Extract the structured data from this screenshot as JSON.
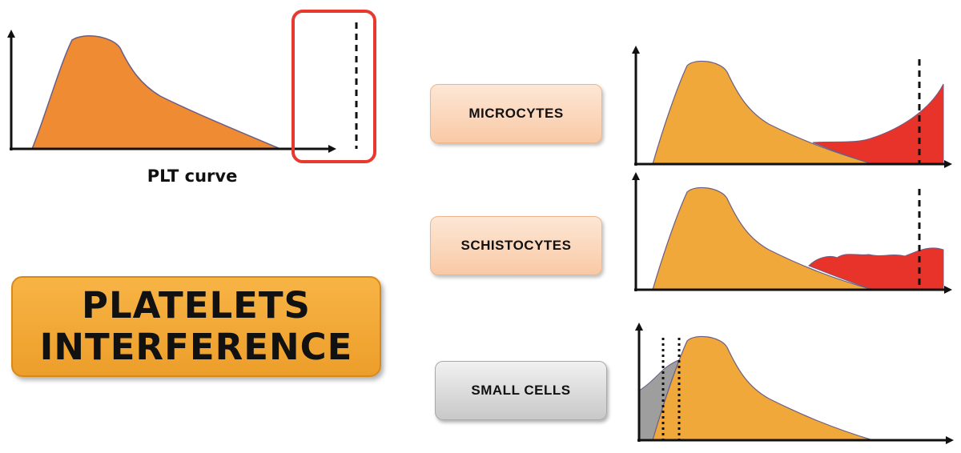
{
  "plt_curve": {
    "caption": "PLT curve"
  },
  "interferences": [
    {
      "label": "MICROCYTES"
    },
    {
      "label": "SCHISTOCYTES"
    },
    {
      "label": "SMALL CELLS"
    }
  ],
  "title": {
    "line1": "PLATELETS",
    "line2": "INTERFERENCE"
  },
  "colors": {
    "plt_curve_fill": "#ef8c33",
    "platelet_fill": "#f0a83a",
    "interference_fill": "#e8332a",
    "small_cells_fill": "#9e9e9e",
    "highlight_border": "#e8392e",
    "title_fill": "#f4a93c"
  }
}
